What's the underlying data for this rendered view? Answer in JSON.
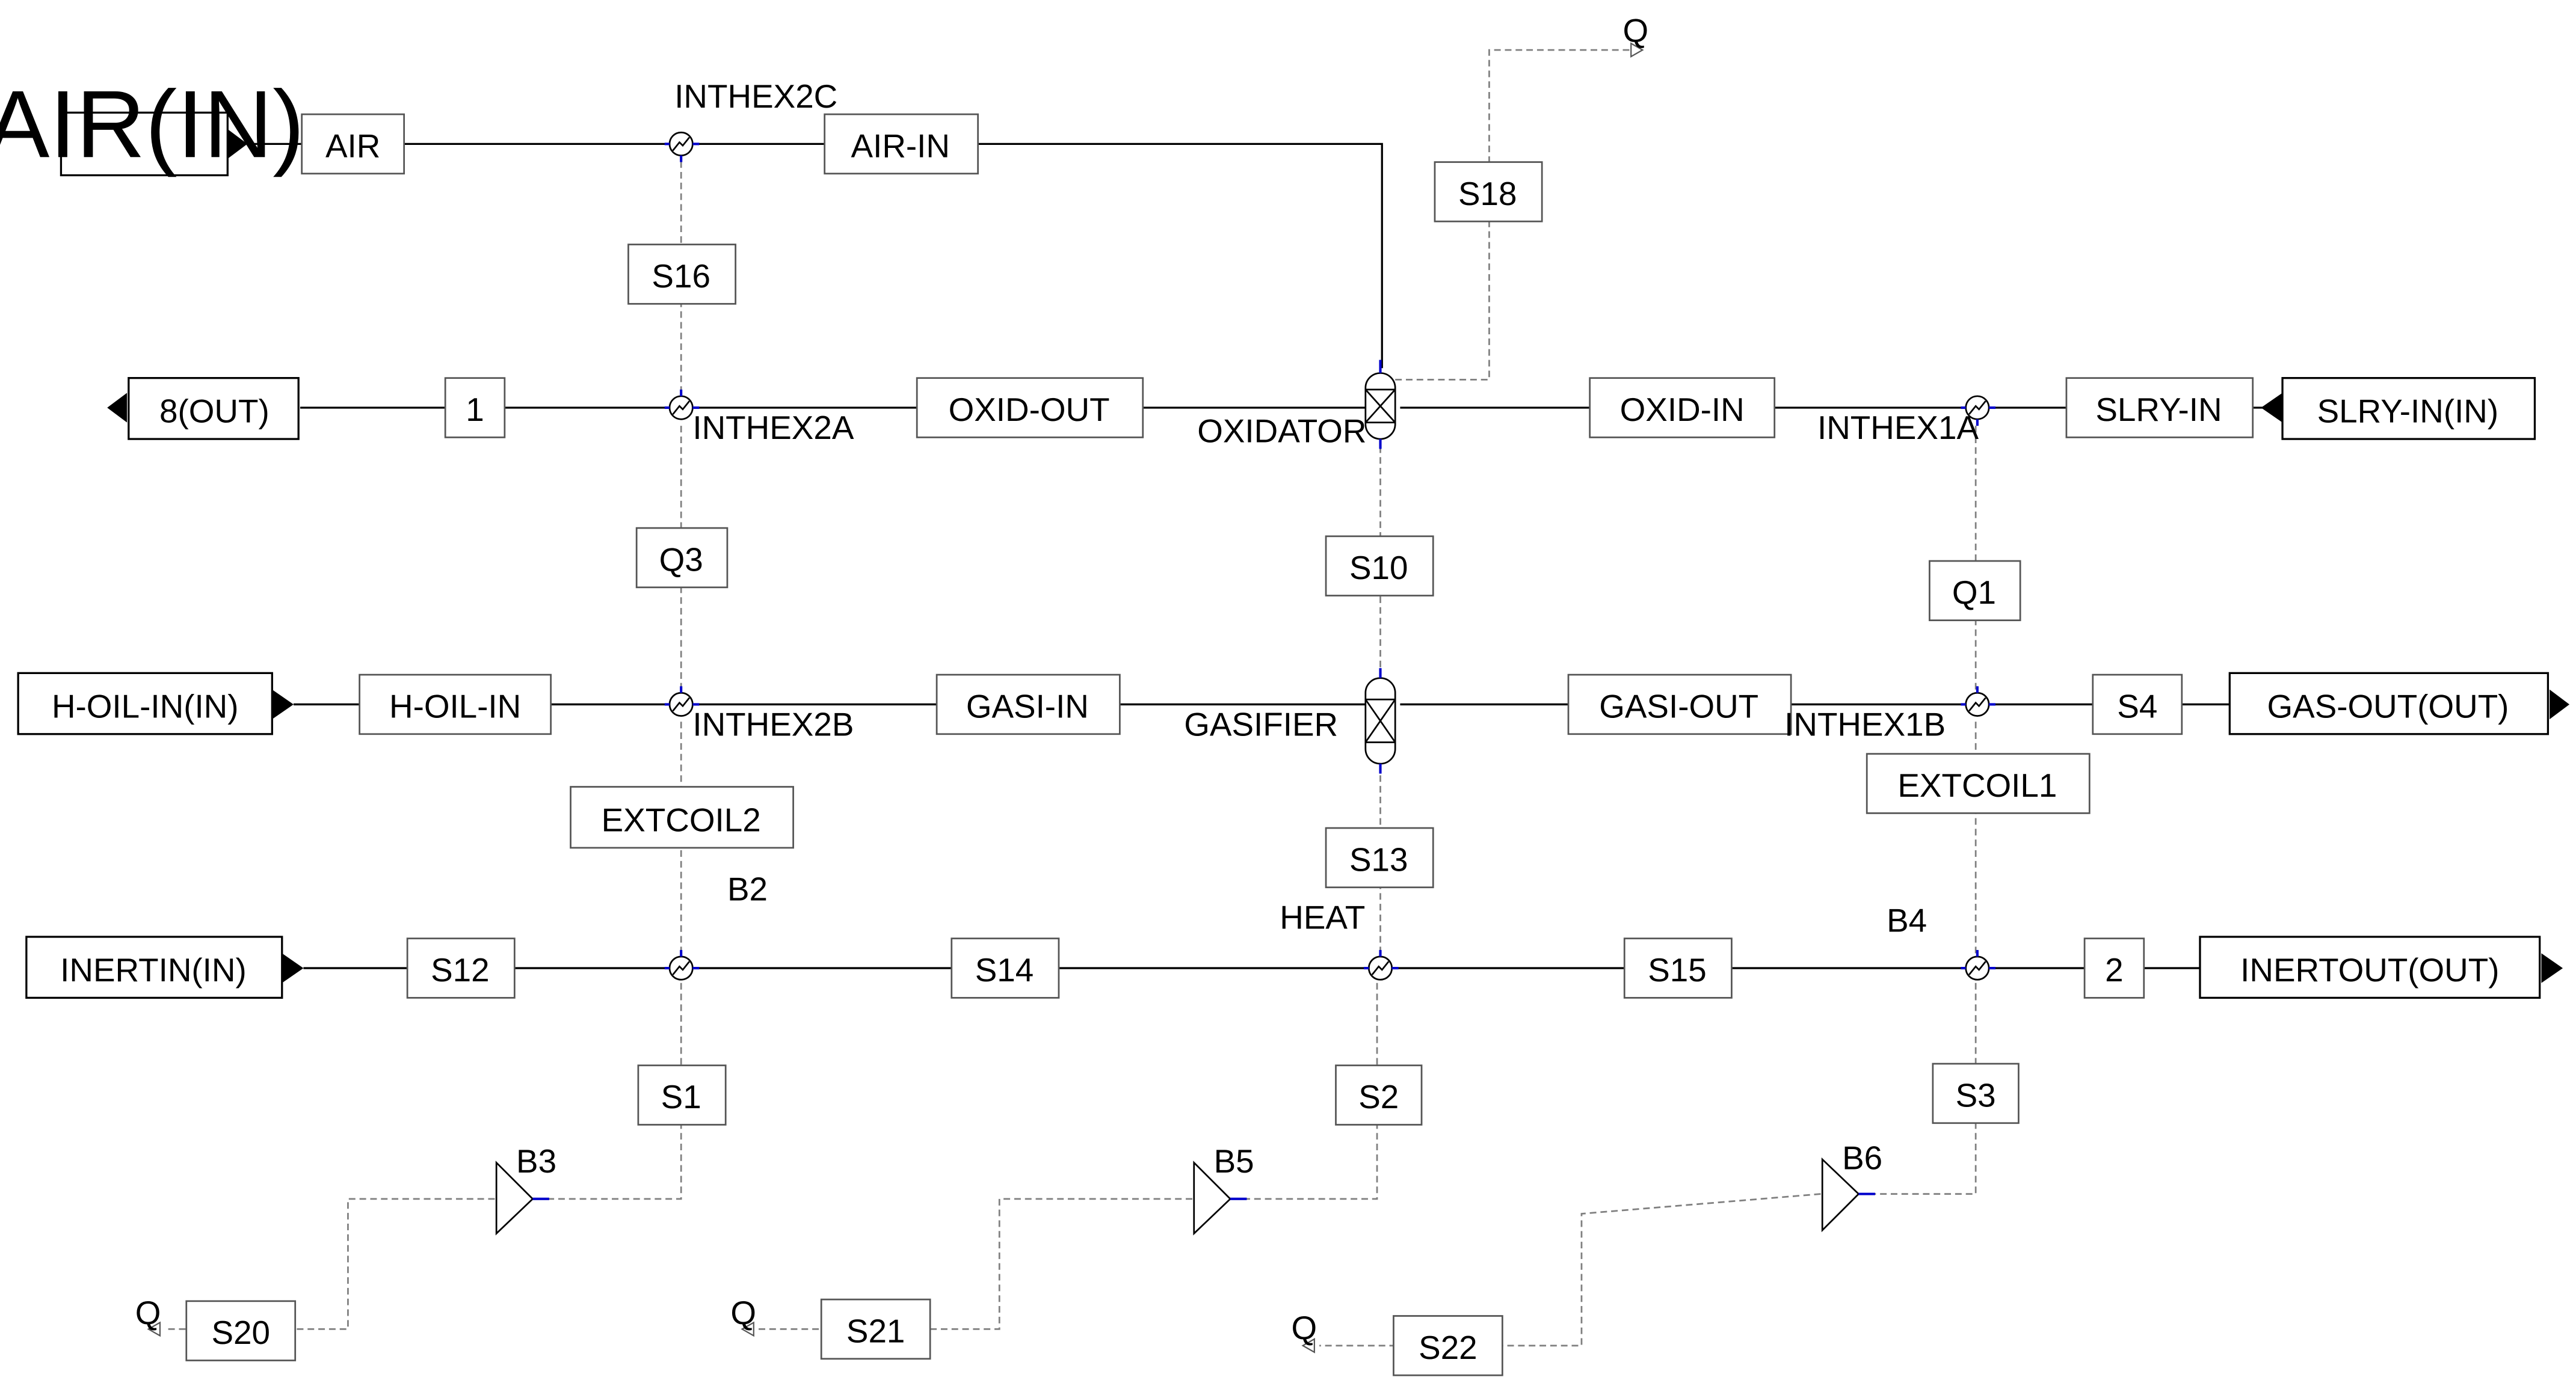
{
  "colors": {
    "background": "#ffffff",
    "material_stream": "#000000",
    "heat_stream": "#7f7f7f",
    "port_accent": "#0000cc"
  },
  "feeds": {
    "air_in": "AIR(IN)",
    "slry_in": "SLRY-IN(IN)",
    "h_oil_in": "H-OIL-IN(IN)",
    "inertin": "INERTIN(IN)"
  },
  "products": {
    "out_8": "8(OUT)",
    "gas_out": "GAS-OUT(OUT)",
    "inertout": "INERTOUT(OUT)"
  },
  "streams": {
    "air": "AIR",
    "air_in": "AIR-IN",
    "s16": "S16",
    "s18": "S18",
    "oxid_out": "OXID-OUT",
    "oxid_in": "OXID-IN",
    "s1_top": "1",
    "slry_in": "SLRY-IN",
    "q3": "Q3",
    "s10": "S10",
    "q1": "Q1",
    "h_oil_in": "H-OIL-IN",
    "gasi_in": "GASI-IN",
    "gasi_out": "GASI-OUT",
    "s4": "S4",
    "extcoil2": "EXTCOIL2",
    "extcoil1": "EXTCOIL1",
    "s13": "S13",
    "s12": "S12",
    "s14": "S14",
    "s15": "S15",
    "s2_bottom": "2",
    "s1": "S1",
    "s2": "S2",
    "s3": "S3",
    "s20": "S20",
    "s21": "S21",
    "s22": "S22"
  },
  "blocks": {
    "inthex2c": "INTHEX2C",
    "inthex2a": "INTHEX2A",
    "inthex2b": "INTHEX2B",
    "inthex1a": "INTHEX1A",
    "inthex1b": "INTHEX1B",
    "oxidator": "OXIDATOR",
    "gasifier": "GASIFIER",
    "b2": "B2",
    "heat": "HEAT",
    "b4": "B4",
    "b3": "B3",
    "b5": "B5",
    "b6": "B6"
  },
  "heat_ports": {
    "q_top": "Q",
    "q_b3": "Q",
    "q_b5": "Q",
    "q_b6": "Q"
  }
}
